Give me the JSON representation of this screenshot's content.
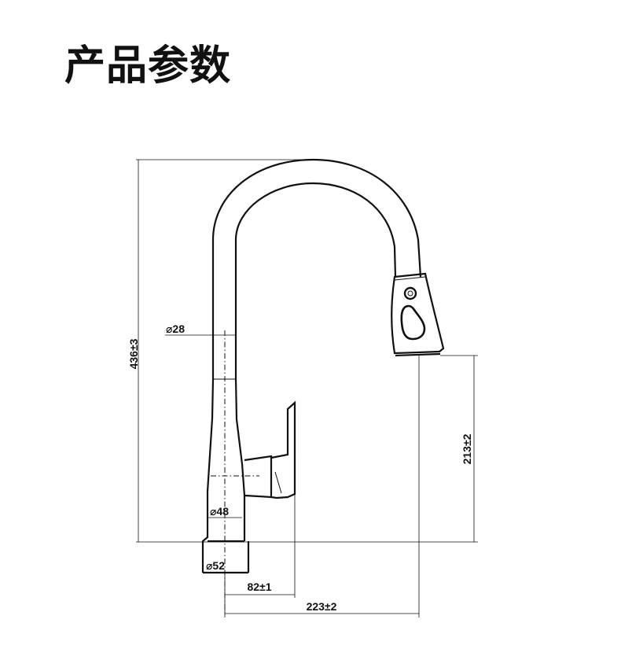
{
  "title": "产品参数",
  "dimensions": {
    "total_height": "436±3",
    "spout_height": "213±2",
    "tube_diameter": "⌀28",
    "body_diameter": "⌀48",
    "base_diameter": "⌀52",
    "handle_offset": "82±1",
    "spout_reach": "223±2"
  }
}
